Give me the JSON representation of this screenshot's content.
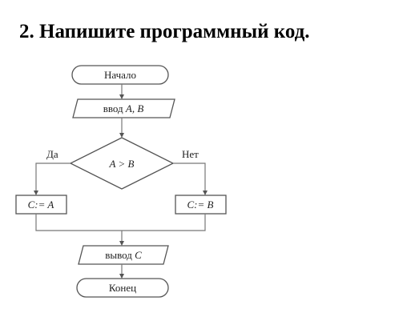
{
  "task": {
    "title": "2. Напишите программный код."
  },
  "flowchart": {
    "start_label": "Начало",
    "input_keyword": "ввод",
    "input_vars": "A, B",
    "condition": "A > B",
    "yes_label": "Да",
    "no_label": "Нет",
    "yes_action": "C:= A",
    "no_action": "C:= B",
    "output_keyword": "вывод",
    "output_var": "C",
    "end_label": "Конец"
  }
}
